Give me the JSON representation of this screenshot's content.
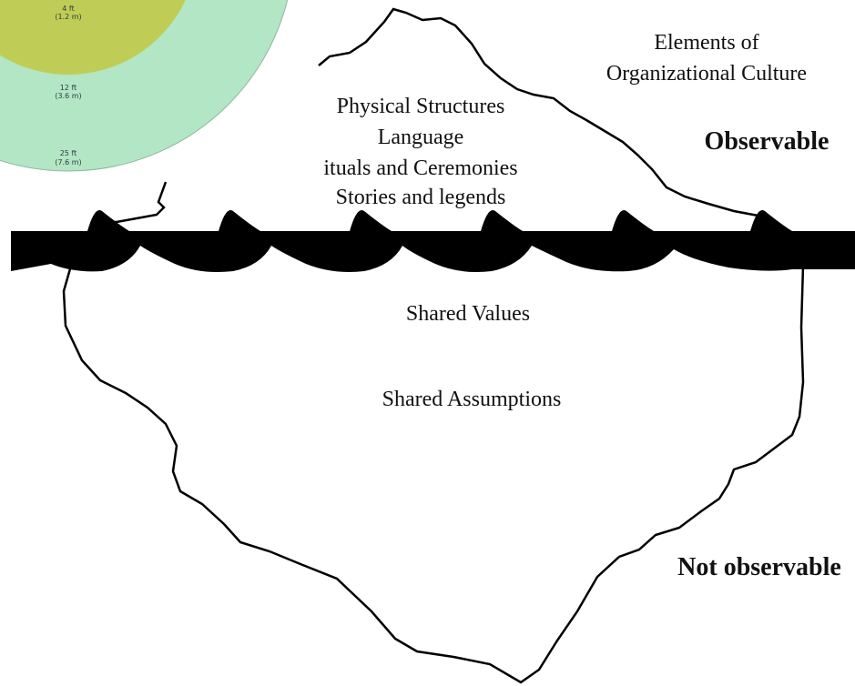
{
  "title": [
    "Elements of",
    "Organizational Culture"
  ],
  "observable_label": "Observable",
  "not_observable_label": "Not observable",
  "above_water": [
    "Physical Structures",
    "Language",
    "ituals and Ceremonies",
    "Stories and legends"
  ],
  "below_water": [
    "Shared Values",
    "Shared Assumptions"
  ],
  "proximity_rings": [
    {
      "feet": "4 ft",
      "meters": "(1.2 m)"
    },
    {
      "feet": "12 ft",
      "meters": "(3.6 m)"
    },
    {
      "feet": "25 ft",
      "meters": "(7.6 m)"
    }
  ],
  "colors": {
    "outer_ring": "#b2e6c4",
    "inner_ring": "#bfcd57",
    "water": "#000000",
    "outline": "#000000"
  }
}
